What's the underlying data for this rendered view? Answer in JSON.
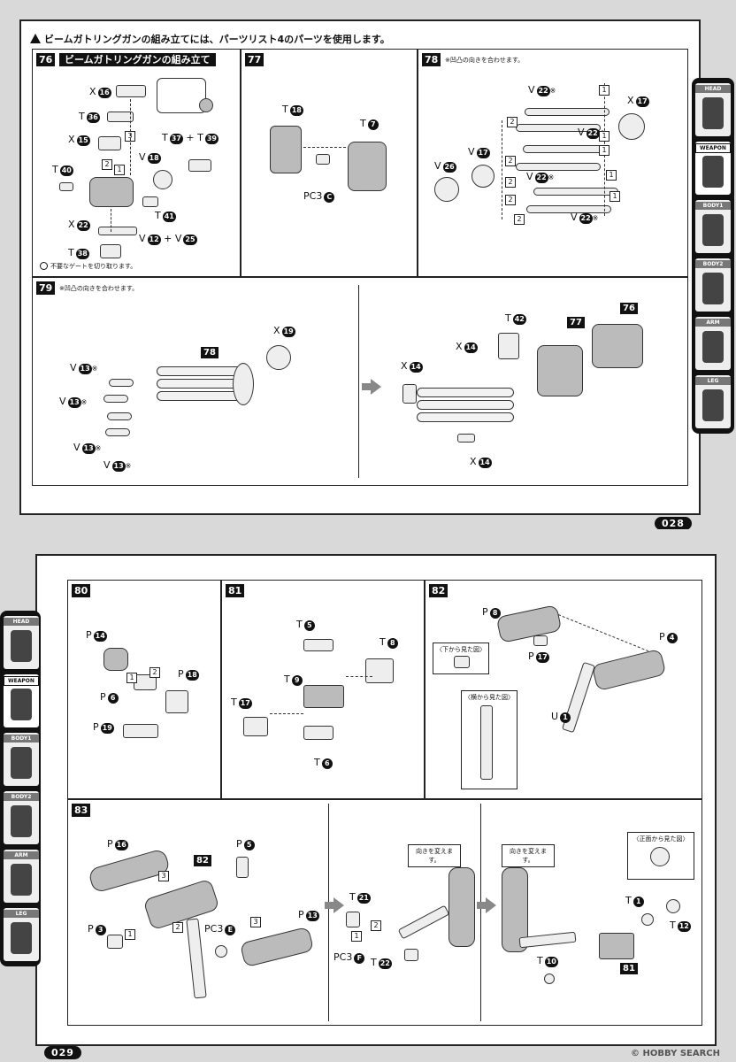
{
  "top_page": {
    "notice": "ビームガトリングガンの組み立てには、パーツリスト4のパーツを使用します。",
    "page_number": "028"
  },
  "bottom_page": {
    "page_number": "029"
  },
  "side_tabs": [
    "HEAD",
    "WEAPON",
    "BODY1",
    "BODY2",
    "ARM",
    "LEG"
  ],
  "active_tab": "WEAPON",
  "steps": {
    "s76": {
      "number": "76",
      "title": "ビームガトリングガンの組み立て",
      "gate_note": "不要なゲートを切り取ります。",
      "labels": [
        "X",
        "16",
        "T",
        "36",
        "X",
        "15",
        "T",
        "37",
        "+",
        "T",
        "39",
        "V",
        "18",
        "T",
        "40",
        "T",
        "41",
        "X",
        "22",
        "V",
        "12",
        "+",
        "V",
        "25",
        "T",
        "38"
      ],
      "seq": [
        "3",
        "2",
        "1"
      ]
    },
    "s77": {
      "number": "77",
      "labels": [
        "T",
        "18",
        "T",
        "7",
        "PC3",
        "C"
      ]
    },
    "s78": {
      "number": "78",
      "note": "※凹凸の向きを合わせます。",
      "labels": [
        "V",
        "22",
        "※",
        "X",
        "17",
        "V",
        "22",
        "※",
        "V",
        "26",
        "V",
        "17",
        "V",
        "22",
        "※",
        "V",
        "22",
        "※"
      ],
      "seq": [
        "1",
        "2",
        "1",
        "1",
        "1",
        "2",
        "1",
        "2",
        "2",
        "2"
      ]
    },
    "s79": {
      "number": "79",
      "note": "※凹凸の向きを合わせます。",
      "ref": "78",
      "labels": [
        "X",
        "19",
        "V",
        "13",
        "※",
        "V",
        "13",
        "※",
        "V",
        "13",
        "※",
        "V",
        "13",
        "※",
        "T",
        "42",
        "77",
        "76",
        "X",
        "14",
        "X",
        "14",
        "X",
        "14"
      ]
    },
    "s80": {
      "number": "80",
      "labels": [
        "P",
        "14",
        "P",
        "6",
        "P",
        "18",
        "P",
        "19"
      ],
      "seq": [
        "1",
        "2"
      ]
    },
    "s81": {
      "number": "81",
      "labels": [
        "T",
        "5",
        "T",
        "8",
        "T",
        "9",
        "T",
        "17",
        "T",
        "6"
      ]
    },
    "s82": {
      "number": "82",
      "labels": [
        "P",
        "8",
        "P",
        "4",
        "P",
        "17",
        "U",
        "1"
      ],
      "callout_bottom": "〈下から見た図〉",
      "callout_side": "〈横から見た図〉"
    },
    "s83": {
      "number": "83",
      "labels": [
        "P",
        "16",
        "82",
        "P",
        "5",
        "P",
        "3",
        "PC3",
        "E",
        "P",
        "13",
        "T",
        "21",
        "PC3",
        "F",
        "T",
        "22",
        "T",
        "10",
        "T",
        "1",
        "T",
        "12",
        "81"
      ],
      "seq": [
        "3",
        "1",
        "2",
        "3",
        "1",
        "2"
      ],
      "rotate_note_1": "向きを変えます。",
      "rotate_note_2": "向きを変えます。",
      "front_view": "〈正面から見た図〉"
    }
  },
  "watermark": "© HOBBY SEARCH"
}
